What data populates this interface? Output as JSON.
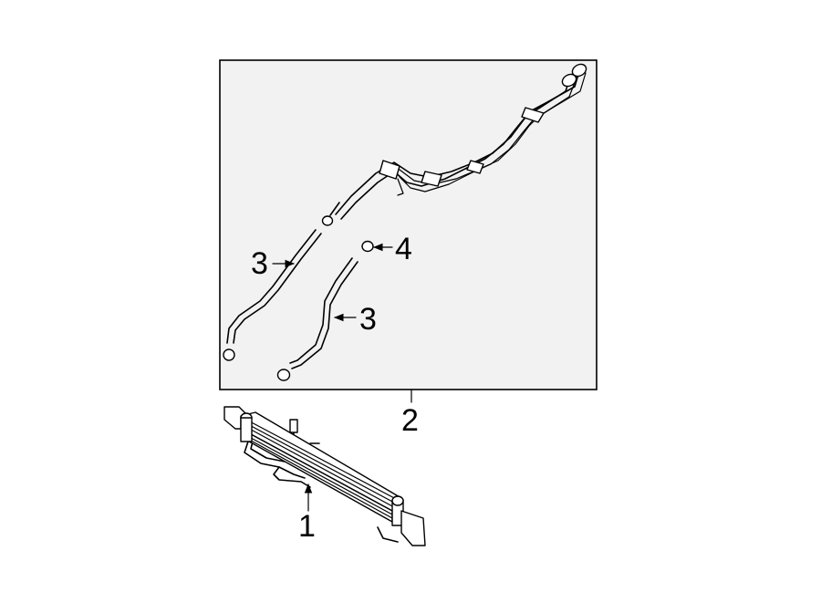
{
  "diagram": {
    "inset_fill": "#f2f2f2",
    "callouts": [
      {
        "id": "cooler",
        "label": "1"
      },
      {
        "id": "cooler-lines",
        "label": "2"
      },
      {
        "id": "hose-left",
        "label": "3"
      },
      {
        "id": "hose-right",
        "label": "3"
      },
      {
        "id": "clamp",
        "label": "4"
      }
    ]
  }
}
